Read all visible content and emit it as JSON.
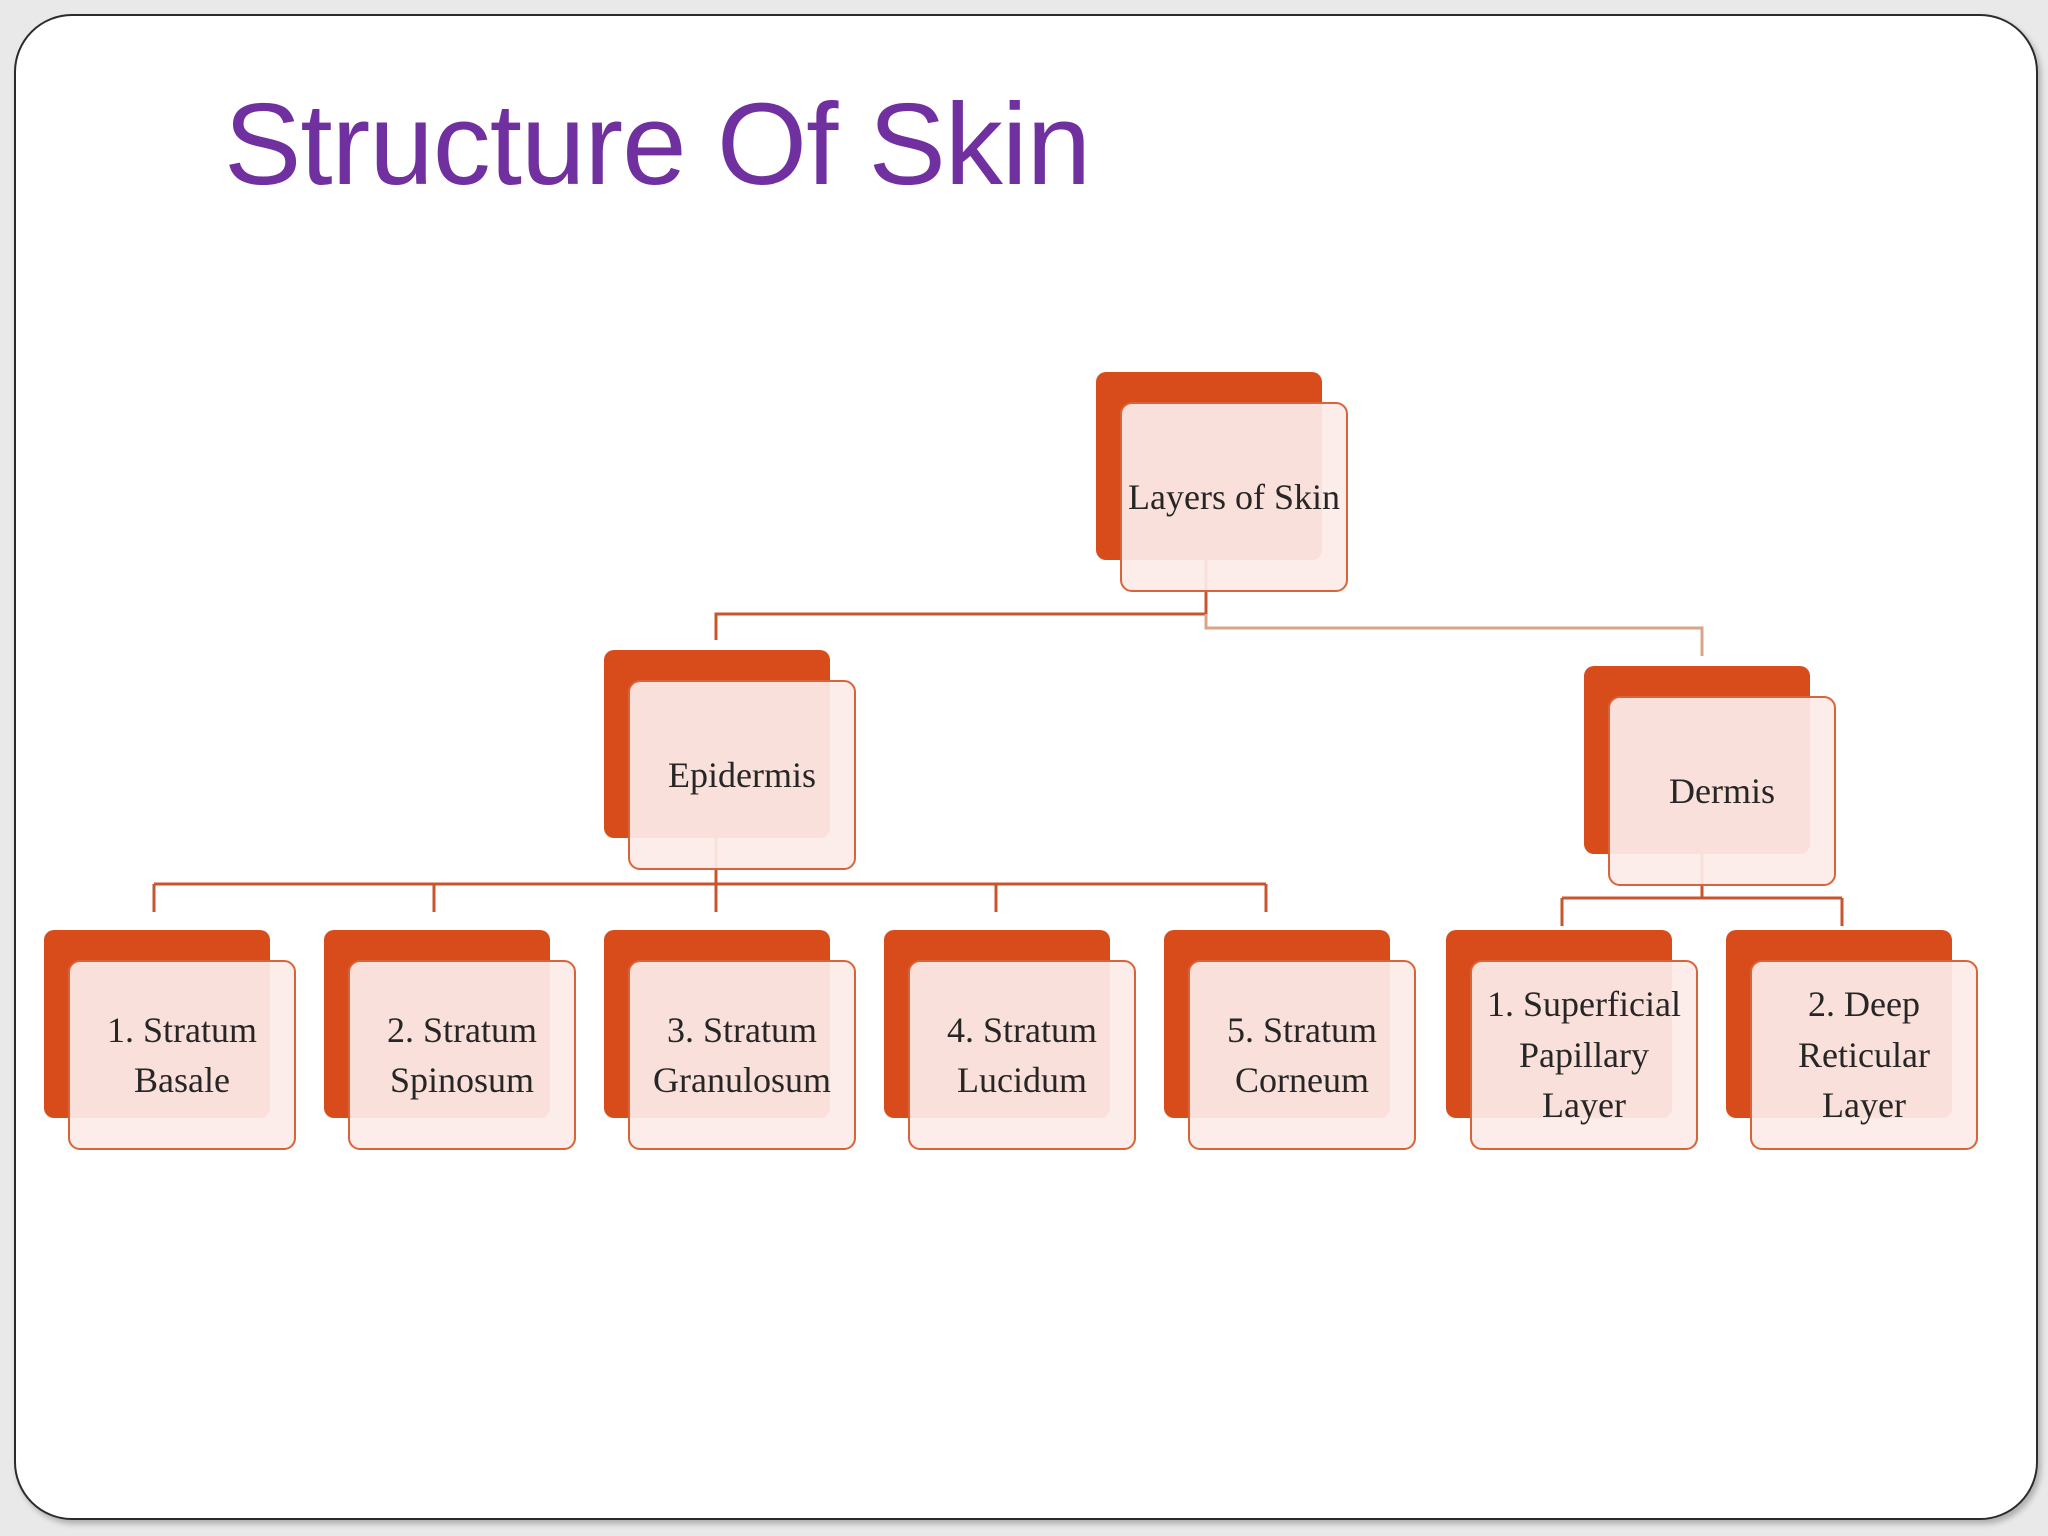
{
  "title": "Structure Of Skin",
  "colors": {
    "title": "#7030a0",
    "node_back": "#d84b1b",
    "node_front": "#fcece8",
    "node_border": "#d8643a",
    "connector": "#c8552e",
    "connector_light": "#d9a488"
  },
  "diagram": {
    "root": {
      "label": "Layers of Skin"
    },
    "branches": [
      {
        "label": "Epidermis",
        "children": [
          {
            "label": "1. Stratum\nBasale"
          },
          {
            "label": "2. Stratum\nSpinosum"
          },
          {
            "label": "3. Stratum\nGranulosum"
          },
          {
            "label": "4. Stratum\nLucidum"
          },
          {
            "label": "5. Stratum\nCorneum"
          }
        ]
      },
      {
        "label": "Dermis",
        "children": [
          {
            "label": "1. Superficial\nPapillary Layer"
          },
          {
            "label": "2. Deep\nReticular Layer"
          }
        ]
      }
    ]
  }
}
